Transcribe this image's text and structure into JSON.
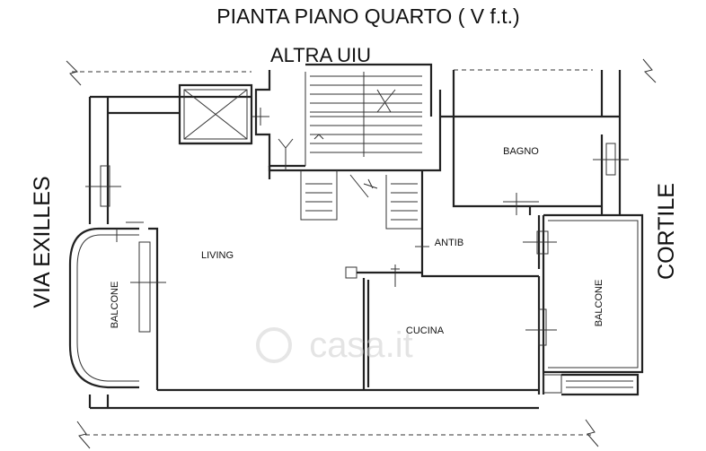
{
  "title": "PIANTA PIANO QUARTO ( V f.t.)",
  "labels": {
    "altra_uiu": "ALTRA UIU",
    "via": "VIA EXILLES",
    "cortile": "CORTILE",
    "bagno": "BAGNO",
    "living": "LIVING",
    "antib": "ANTIB",
    "cucina": "CUCINA",
    "balcone_left": "BALCONE",
    "balcone_right": "BALCONE"
  },
  "watermark": "casa.it",
  "colors": {
    "line": "#222222",
    "watermark": "#cfcfcf",
    "background": "#ffffff"
  }
}
